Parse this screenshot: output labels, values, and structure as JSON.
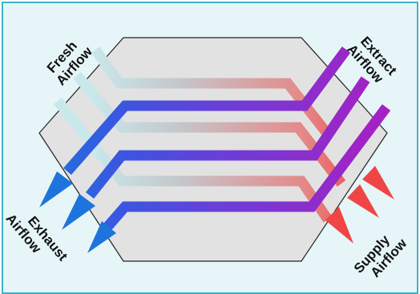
{
  "title": "",
  "labels": {
    "fresh": [
      "Fresh",
      "Airflow"
    ],
    "extract": [
      "Extract",
      "Airflow"
    ],
    "exhaust": [
      "Exhaust",
      "Airflow"
    ],
    "supply": [
      "Supply",
      "Airflow"
    ]
  },
  "colors": {
    "frame_border": "#3eb1c8",
    "background": "#e6f5f8",
    "core_fill": "#e2e2e2",
    "fresh_air": "#c9e8ec",
    "warm_air": "#f04545",
    "extract_air": "#a322c4",
    "exhaust_air": "#1e74dd"
  }
}
